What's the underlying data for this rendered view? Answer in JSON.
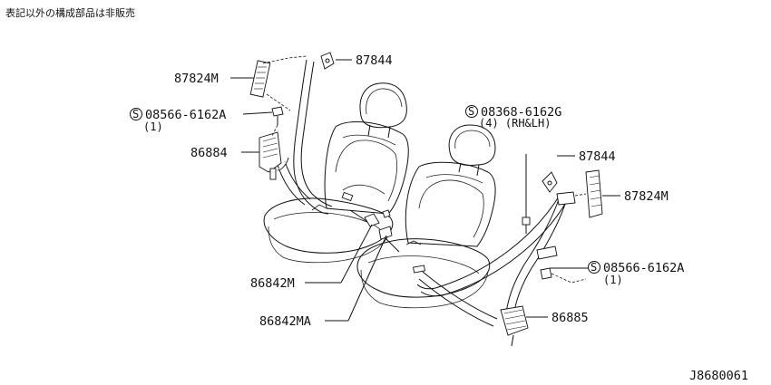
{
  "note": "表記以外の構成部品は非販売",
  "diagram_id": "J8680061",
  "callouts": [
    {
      "id": "87824M_left",
      "text": "87824M"
    },
    {
      "id": "87844_top",
      "text": "87844"
    },
    {
      "id": "bolt_left_num",
      "prefix": "S",
      "text": "08566-6162A"
    },
    {
      "id": "bolt_left_qty",
      "text": "(1)"
    },
    {
      "id": "86884",
      "text": "86884"
    },
    {
      "id": "bolt_center_num",
      "prefix": "S",
      "text": "08368-6162G"
    },
    {
      "id": "bolt_center_qty",
      "text": "(4) (RH&LH)"
    },
    {
      "id": "87844_right",
      "text": "87844"
    },
    {
      "id": "87824M_right",
      "text": "87824M"
    },
    {
      "id": "bolt_right_num",
      "prefix": "S",
      "text": "08566-6162A"
    },
    {
      "id": "bolt_right_qty",
      "text": "(1)"
    },
    {
      "id": "86842M",
      "text": "86842M"
    },
    {
      "id": "86842MA",
      "text": "86842MA"
    },
    {
      "id": "86885",
      "text": "86885"
    }
  ]
}
